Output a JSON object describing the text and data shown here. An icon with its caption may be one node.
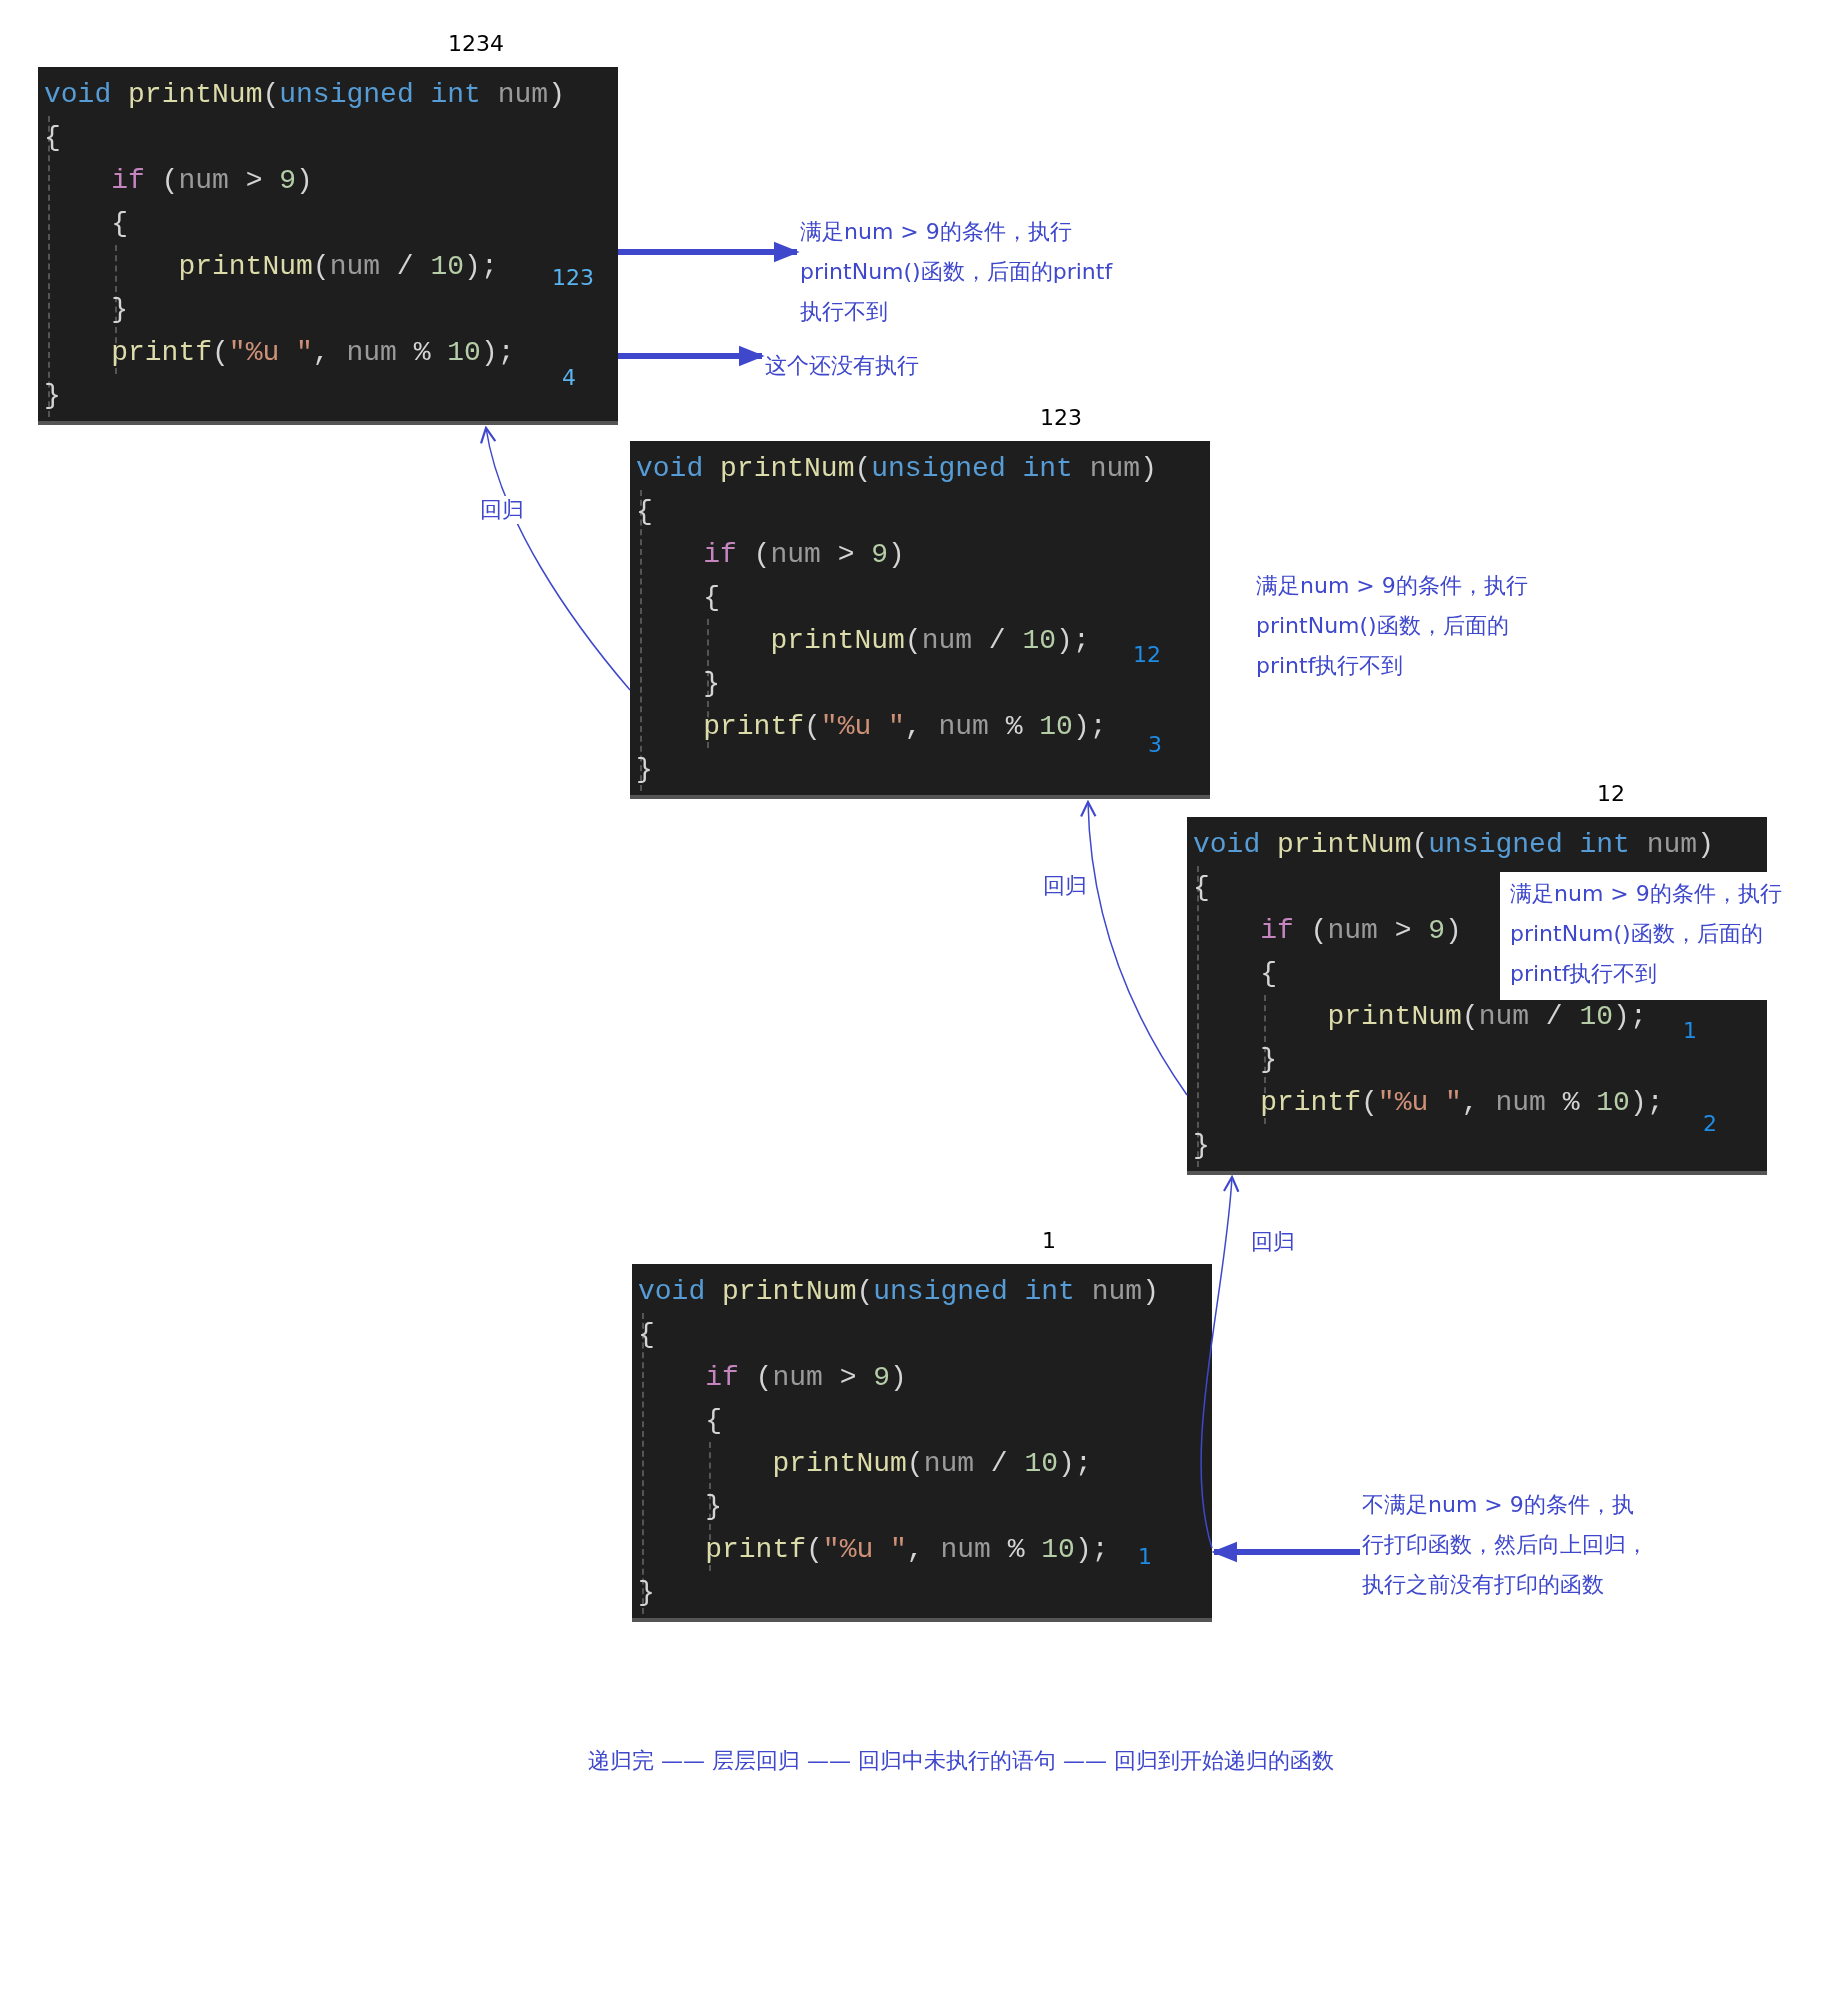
{
  "diagram": {
    "nodes": [
      {
        "text": [
          "void printNum(unsigned int num)",
          "{",
          "if (num > 9)",
          "{",
          "printNum(num / 10);",
          "}",
          "printf(\"%u \", num % 10);",
          "}"
        ],
        "beside": [
          "1234"
        ]
      },
      {
        "text": [
          "满足num > 9的条件，执行printNum()函数，后面的printf执行不到"
        ]
      },
      {
        "text": [
          "这个还没有执行"
        ]
      },
      {
        "text": [
          "void printNum(unsigned int num)",
          "{",
          "if (num > 9)",
          "{",
          "printNum(num / 10);",
          "}",
          "printf(\"%u \", num % 10);",
          "}"
        ],
        "beside": [
          "123"
        ]
      },
      {
        "text": [
          "void printNum(unsigned int num)",
          "{",
          "if (num > 9)",
          "{",
          "printNum(num / 10);",
          "}",
          "printf(\"%u \", num % 10);",
          "}"
        ],
        "beside": [
          "12"
        ]
      },
      {
        "text": [
          "满足num > 9的条件，执行printNum()函数，后面的printf执行不到"
        ]
      },
      {
        "text": [
          "void printNum(unsigned int num)",
          "{",
          "if (num > 9)",
          "{",
          "printNum(num / 10);",
          "}",
          "printf(\"%u \", num % 10);",
          "}"
        ],
        "beside": [
          "1"
        ]
      },
      {
        "text": [
          "不满足num > 9的条件，执行打印函数，然后向上回归，执行之前没有打印的函数"
        ]
      }
    ],
    "edges": [
      {
        "from": 0,
        "to": 1,
        "arrow": "to",
        "style": "thick"
      },
      {
        "from": 0,
        "to": 2,
        "arrow": "to",
        "style": "thick"
      },
      {
        "from": 6,
        "to": 4,
        "arrow": "to",
        "label": "回归"
      },
      {
        "from": 4,
        "to": 3,
        "arrow": "to",
        "label": "回归"
      },
      {
        "from": 3,
        "to": 0,
        "arrow": "to",
        "label": "回归"
      },
      {
        "from": 7,
        "to": 6,
        "arrow": "to",
        "style": "thick"
      }
    ],
    "labels": [
      "123",
      "4",
      "满足num > 9的条件，执行printNum()函数，后面的printf执行不到",
      "12",
      "3",
      "1",
      "2",
      "1",
      "递归完 —— 层层回归 —— 回归中未执行的语句 —— 回归到开始递归的函数"
    ]
  }
}
